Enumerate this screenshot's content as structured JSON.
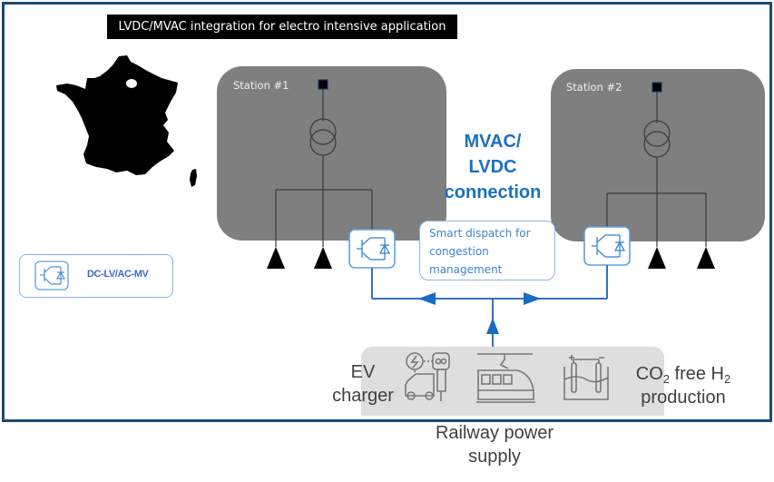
{
  "title": "LVDC/MVAC integration for electro intensive application",
  "map": {
    "region": "France",
    "marker": "site-location"
  },
  "stations": [
    {
      "label": "Station #1"
    },
    {
      "label": "Station #2"
    }
  ],
  "connection_label": {
    "line1": "MVAC/",
    "line2": "LVDC",
    "line3": "connection"
  },
  "dispatch_box": {
    "line1": "Smart dispatch for",
    "line2": "congestion",
    "line3": "management"
  },
  "legend": {
    "icon": "igbt-converter-icon",
    "label": "DC-LV/AC-MV"
  },
  "loads": {
    "ev": {
      "line1": "EV",
      "line2": "charger",
      "icon": "ev-charger-icon"
    },
    "railway": {
      "line1": "Railway power",
      "line2": "supply",
      "icon": "train-icon"
    },
    "h2": {
      "prefix": "CO",
      "sub1": "2",
      "mid": " free H",
      "sub2": "2",
      "line2": "production",
      "icon": "electrolyzer-icon"
    }
  },
  "colors": {
    "frame": "#1b4a72",
    "station_fill": "#7f7f7f",
    "accent_blue": "#1a70c0",
    "converter_outline": "#8db3e2",
    "loads_panel": "#dedede"
  }
}
